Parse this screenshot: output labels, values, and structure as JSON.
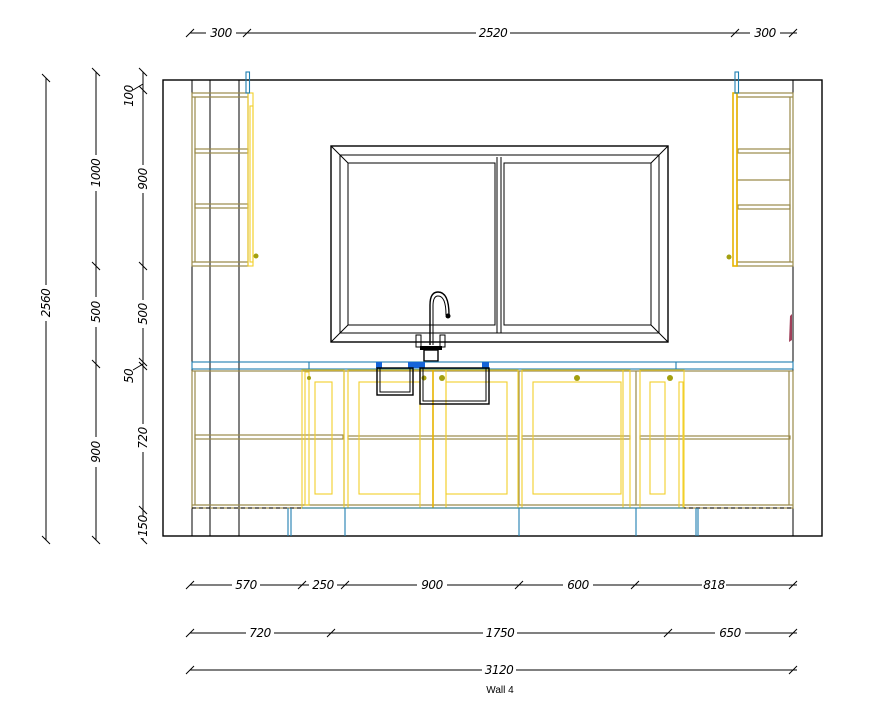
{
  "drawing": {
    "title": "Wall 4",
    "type": "kitchen wall elevation",
    "colors": {
      "wall_outline": "#000000",
      "carcass": "#9a8a4a",
      "door": "#f2cf2a",
      "plinth_worktop": "#1e7fb0",
      "sink_blue": "#1565d8",
      "knob": "#a3a010",
      "accessory": "#a0405a"
    }
  },
  "dimensions": {
    "top": {
      "segments": [
        "300",
        "2520",
        "300"
      ]
    },
    "bottom_row1": {
      "segments": [
        "570",
        "250",
        "900",
        "600",
        "818"
      ]
    },
    "bottom_row2": {
      "segments": [
        "720",
        "1750",
        "650"
      ]
    },
    "bottom_total": {
      "value": "3120"
    },
    "left_total": {
      "value": "2560"
    },
    "left_mid": {
      "segments": [
        "1000",
        "500",
        "900"
      ]
    },
    "left_detail": {
      "segments": [
        "100",
        "900",
        "500",
        "50",
        "720",
        "150"
      ]
    }
  }
}
